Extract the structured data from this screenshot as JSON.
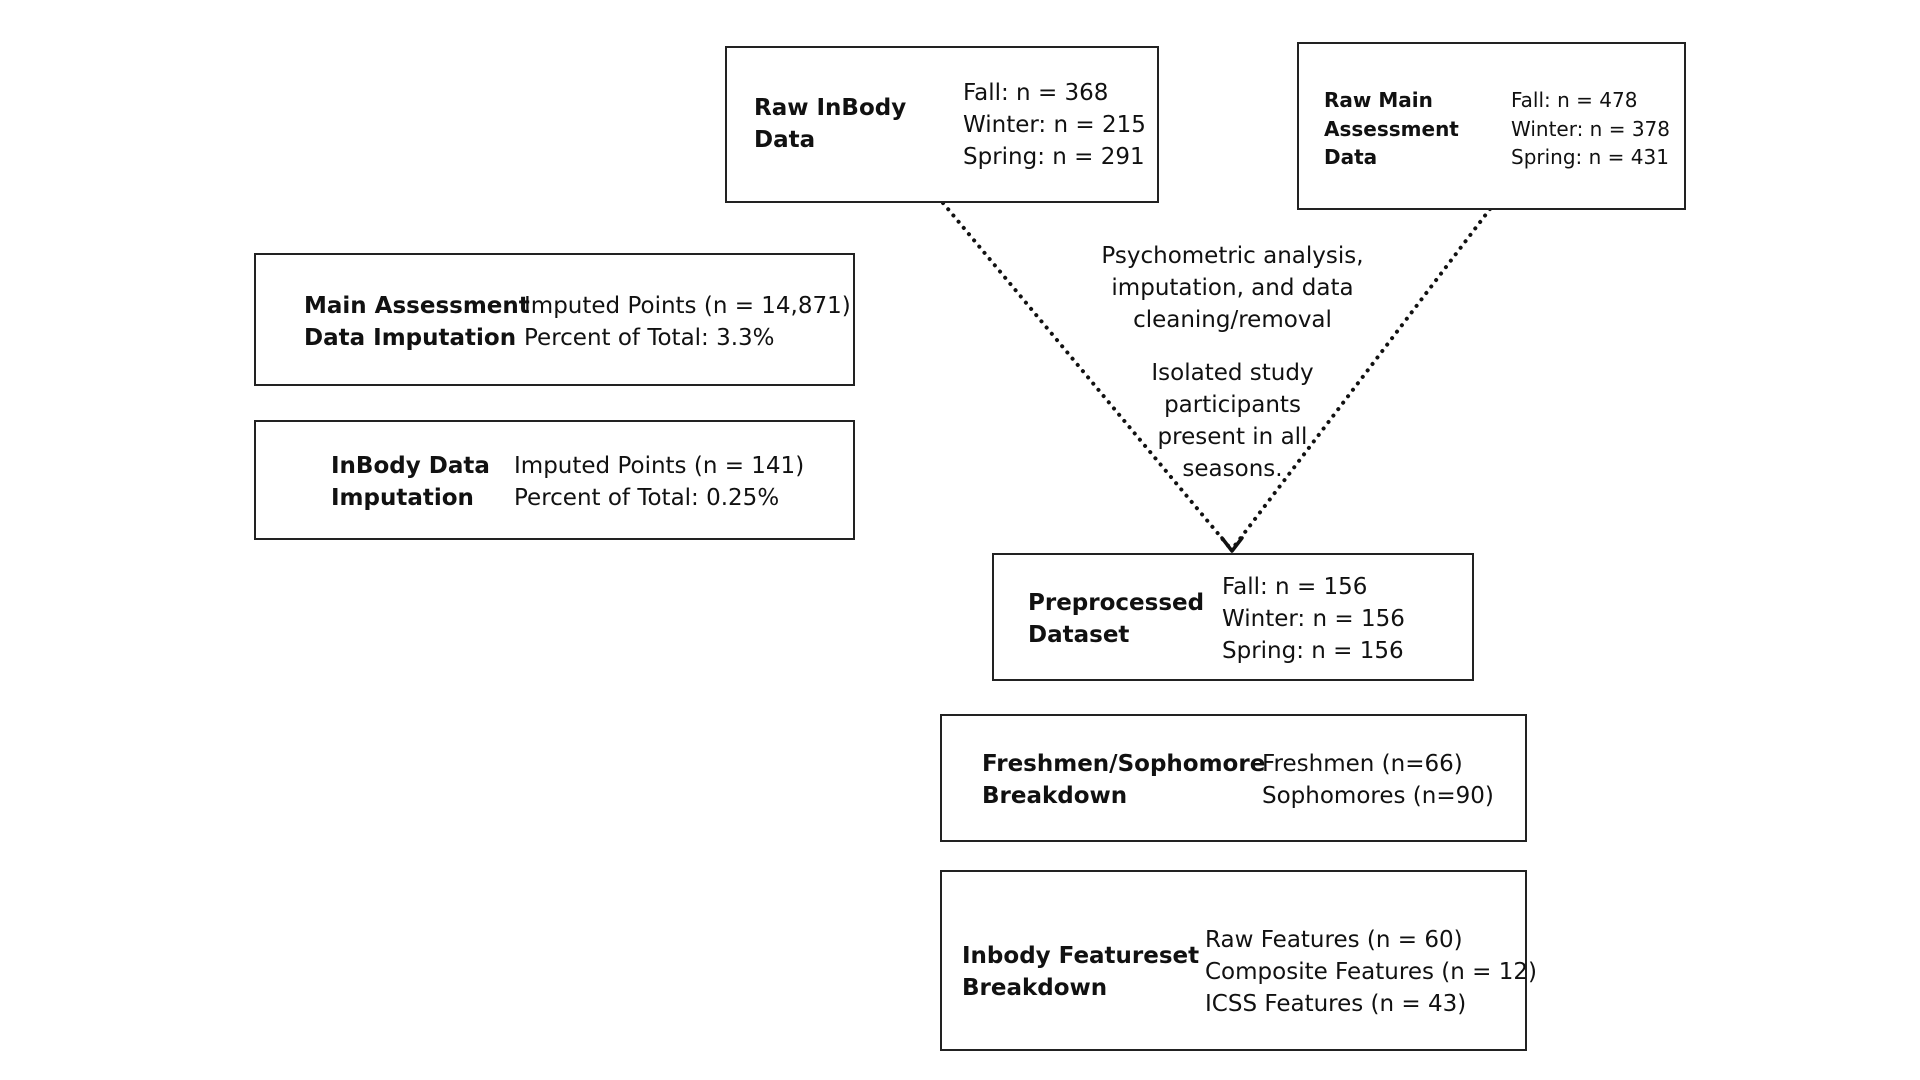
{
  "raw_inbody": {
    "title": [
      "Raw InBody",
      "Data"
    ],
    "lines": [
      "Fall: n = 368",
      "Winter: n = 215",
      "Spring: n = 291"
    ]
  },
  "raw_main": {
    "title": [
      "Raw Main",
      "Assessment",
      "Data"
    ],
    "lines": [
      "Fall: n = 478",
      "Winter: n = 378",
      "Spring: n = 431"
    ]
  },
  "main_imputation": {
    "title": [
      "Main Assessment",
      "Data Imputation"
    ],
    "lines": [
      "Imputed Points (n = 14,871)",
      "Percent of Total: 3.3%"
    ]
  },
  "inbody_imputation": {
    "title": [
      "InBody Data",
      "Imputation"
    ],
    "lines": [
      "Imputed Points (n = 141)",
      "Percent of Total: 0.25%"
    ]
  },
  "annotation_processing": {
    "lines": [
      "Psychometric analysis,",
      "imputation, and data",
      "cleaning/removal"
    ]
  },
  "annotation_isolation": {
    "lines": [
      "Isolated study",
      "participants",
      "present in all",
      "seasons."
    ]
  },
  "preprocessed": {
    "title": [
      "Preprocessed",
      "Dataset"
    ],
    "lines": [
      "Fall: n = 156",
      "Winter: n = 156",
      "Spring: n = 156"
    ]
  },
  "class_breakdown": {
    "title": [
      "Freshmen/Sophomore",
      "Breakdown"
    ],
    "lines": [
      "Freshmen (n=66)",
      "Sophomores (n=90)"
    ]
  },
  "featureset_breakdown": {
    "title": [
      "Inbody Featureset",
      "Breakdown"
    ],
    "lines": [
      "Raw Features (n = 60)",
      "Composite Features (n = 12)",
      "ICSS Features (n = 43)"
    ]
  }
}
